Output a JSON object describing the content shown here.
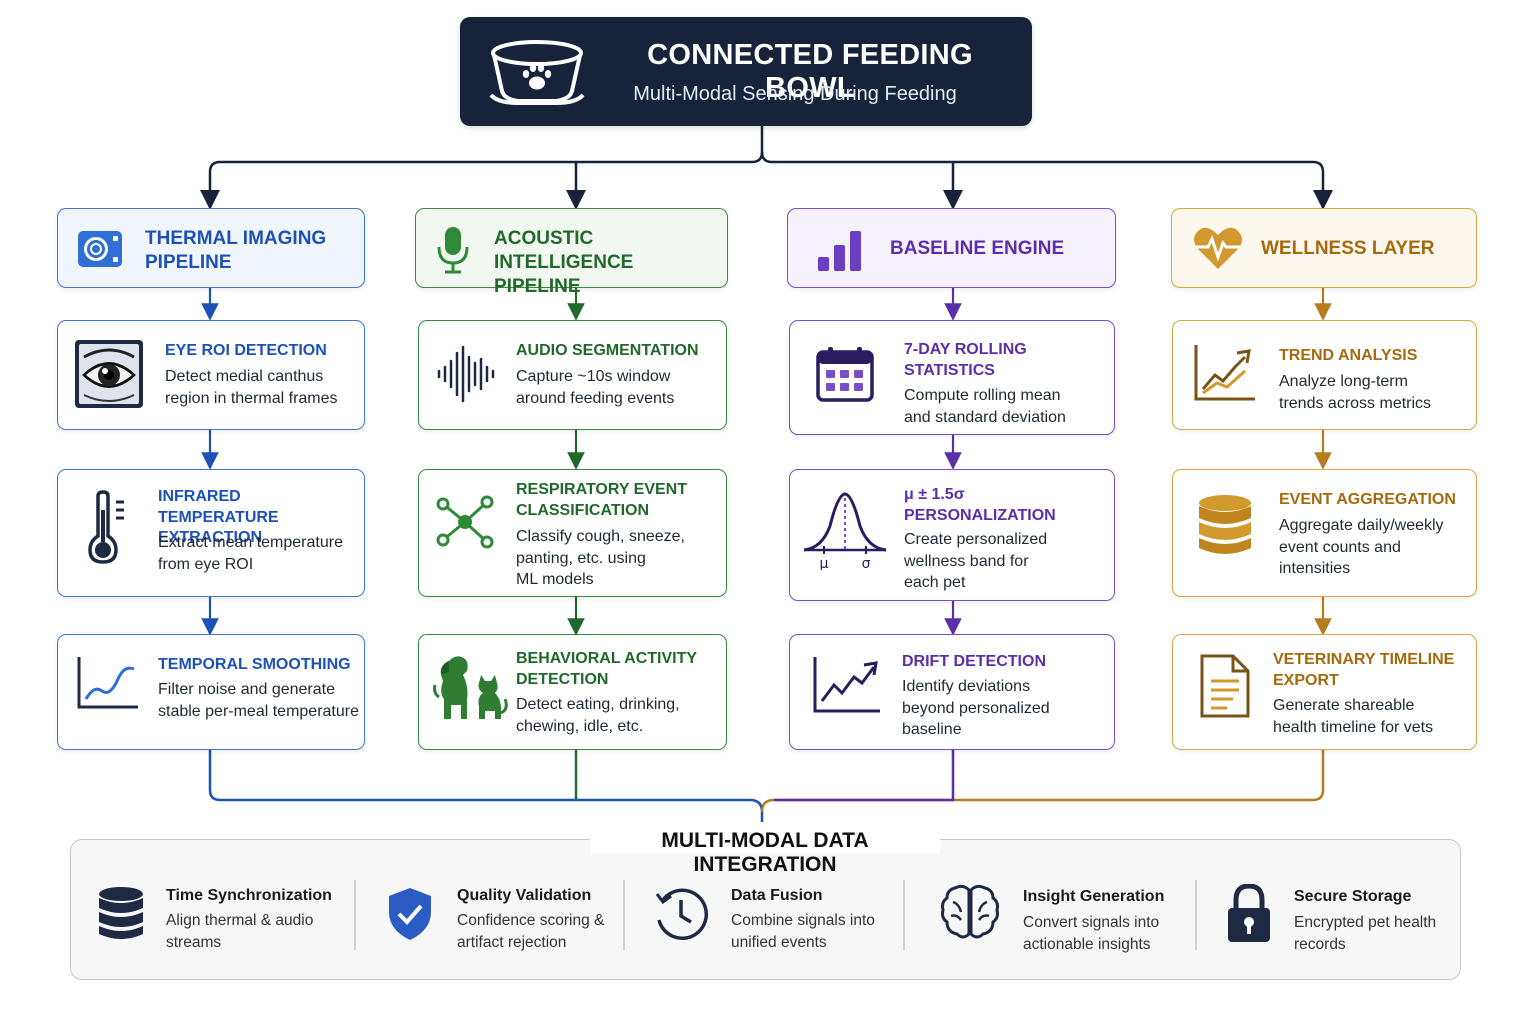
{
  "hero": {
    "title": "CONNECTED FEEDING BOWL",
    "subtitle": "Multi-Modal Sensing During Feeding",
    "icon": "pet-bowl-paw-icon"
  },
  "columns": [
    {
      "id": "thermal",
      "color": "#3f74d0",
      "header": {
        "title": "THERMAL IMAGING\nPIPELINE",
        "icon": "thermal-camera-icon"
      },
      "steps": [
        {
          "title": "EYE ROI DETECTION",
          "desc": "Detect medial canthus\nregion in thermal frames",
          "icon": "thermal-eye-icon"
        },
        {
          "title": "INFRARED TEMPERATURE\nEXTRACTION",
          "desc": "Extract mean temperature\nfrom eye ROI",
          "icon": "thermometer-icon"
        },
        {
          "title": "TEMPORAL SMOOTHING",
          "desc": "Filter noise and generate\nstable per-meal temperature",
          "icon": "line-chart-icon"
        }
      ]
    },
    {
      "id": "acoustic",
      "color": "#3b8a3f",
      "header": {
        "title": "ACOUSTIC INTELLIGENCE\nPIPELINE",
        "icon": "microphone-icon"
      },
      "steps": [
        {
          "title": "AUDIO SEGMENTATION",
          "desc": "Capture ~10s window\naround feeding events",
          "icon": "waveform-icon"
        },
        {
          "title": "RESPIRATORY EVENT\nCLASSIFICATION",
          "desc": "Classify cough, sneeze,\npanting, etc. using\nML models",
          "icon": "network-nodes-icon"
        },
        {
          "title": "BEHAVIORAL ACTIVITY\nDETECTION",
          "desc": "Detect eating, drinking,\nchewing, idle, etc.",
          "icon": "dog-cat-icon"
        }
      ]
    },
    {
      "id": "baseline",
      "color": "#7a4fc5",
      "header": {
        "title": "BASELINE ENGINE",
        "icon": "bar-chart-icon"
      },
      "steps": [
        {
          "title": "7-DAY ROLLING\nSTATISTICS",
          "desc": "Compute rolling mean\nand standard deviation",
          "icon": "calendar-icon"
        },
        {
          "title": "μ ± 1.5σ\nPERSONALIZATION",
          "desc": "Create personalized\nwellness band for\neach pet",
          "icon": "bell-curve-icon"
        },
        {
          "title": "DRIFT DETECTION",
          "desc": "Identify deviations\nbeyond personalized\nbaseline",
          "icon": "trend-arrow-icon"
        }
      ]
    },
    {
      "id": "wellness",
      "color": "#d8a746",
      "header": {
        "title": "WELLNESS LAYER",
        "icon": "heart-pulse-icon"
      },
      "steps": [
        {
          "title": "TREND ANALYSIS",
          "desc": "Analyze long-term\ntrends across metrics",
          "icon": "trend-line-icon"
        },
        {
          "title": "EVENT AGGREGATION",
          "desc": "Aggregate daily/weekly\nevent counts and\nintensities",
          "icon": "database-icon"
        },
        {
          "title": "VETERINARY TIMELINE\nEXPORT",
          "desc": "Generate shareable\nhealth timeline for vets",
          "icon": "document-icon"
        }
      ]
    }
  ],
  "bell_curve_labels": {
    "mu": "μ",
    "sigma": "σ"
  },
  "integration": {
    "title": "MULTI-MODAL DATA INTEGRATION",
    "items": [
      {
        "title": "Time Synchronization",
        "desc": "Align thermal & audio\nstreams",
        "icon": "database-stack-icon"
      },
      {
        "title": "Quality Validation",
        "desc": "Confidence scoring &\nartifact rejection",
        "icon": "shield-check-icon"
      },
      {
        "title": "Data Fusion",
        "desc": "Combine signals into\nunified events",
        "icon": "clock-cycle-icon"
      },
      {
        "title": "Insight Generation",
        "desc": "Convert signals into\nactionable insights",
        "icon": "brain-icon"
      },
      {
        "title": "Secure Storage",
        "desc": "Encrypted pet health\nrecords",
        "icon": "padlock-icon"
      }
    ]
  }
}
